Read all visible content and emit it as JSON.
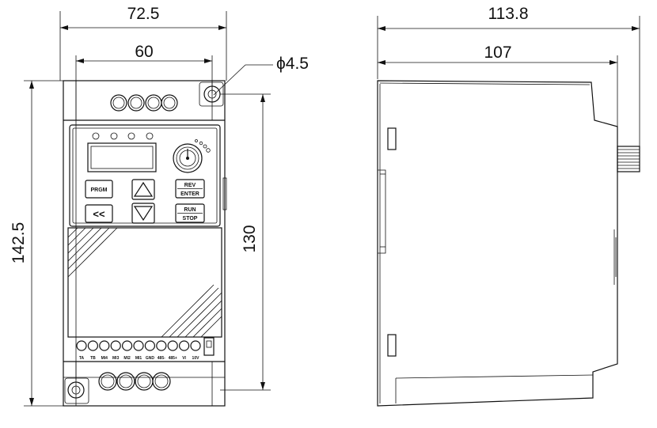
{
  "dimensions": {
    "front_width": "72.5",
    "hole_spacing_width": "60",
    "hole_diameter": "ϕ4.5",
    "front_height": "142.5",
    "hole_spacing_height": "130",
    "side_depth": "113.8",
    "side_body_depth": "107"
  },
  "keypad": {
    "prgm": "PRGM",
    "back": "<<",
    "rev": "REV",
    "enter": "ENTER",
    "run": "RUN",
    "stop": "STOP"
  },
  "terminals": [
    "TA",
    "TB",
    "MI4",
    "MI3",
    "MI2",
    "MI1",
    "GND",
    "485-",
    "485+",
    "VI",
    "10V"
  ]
}
